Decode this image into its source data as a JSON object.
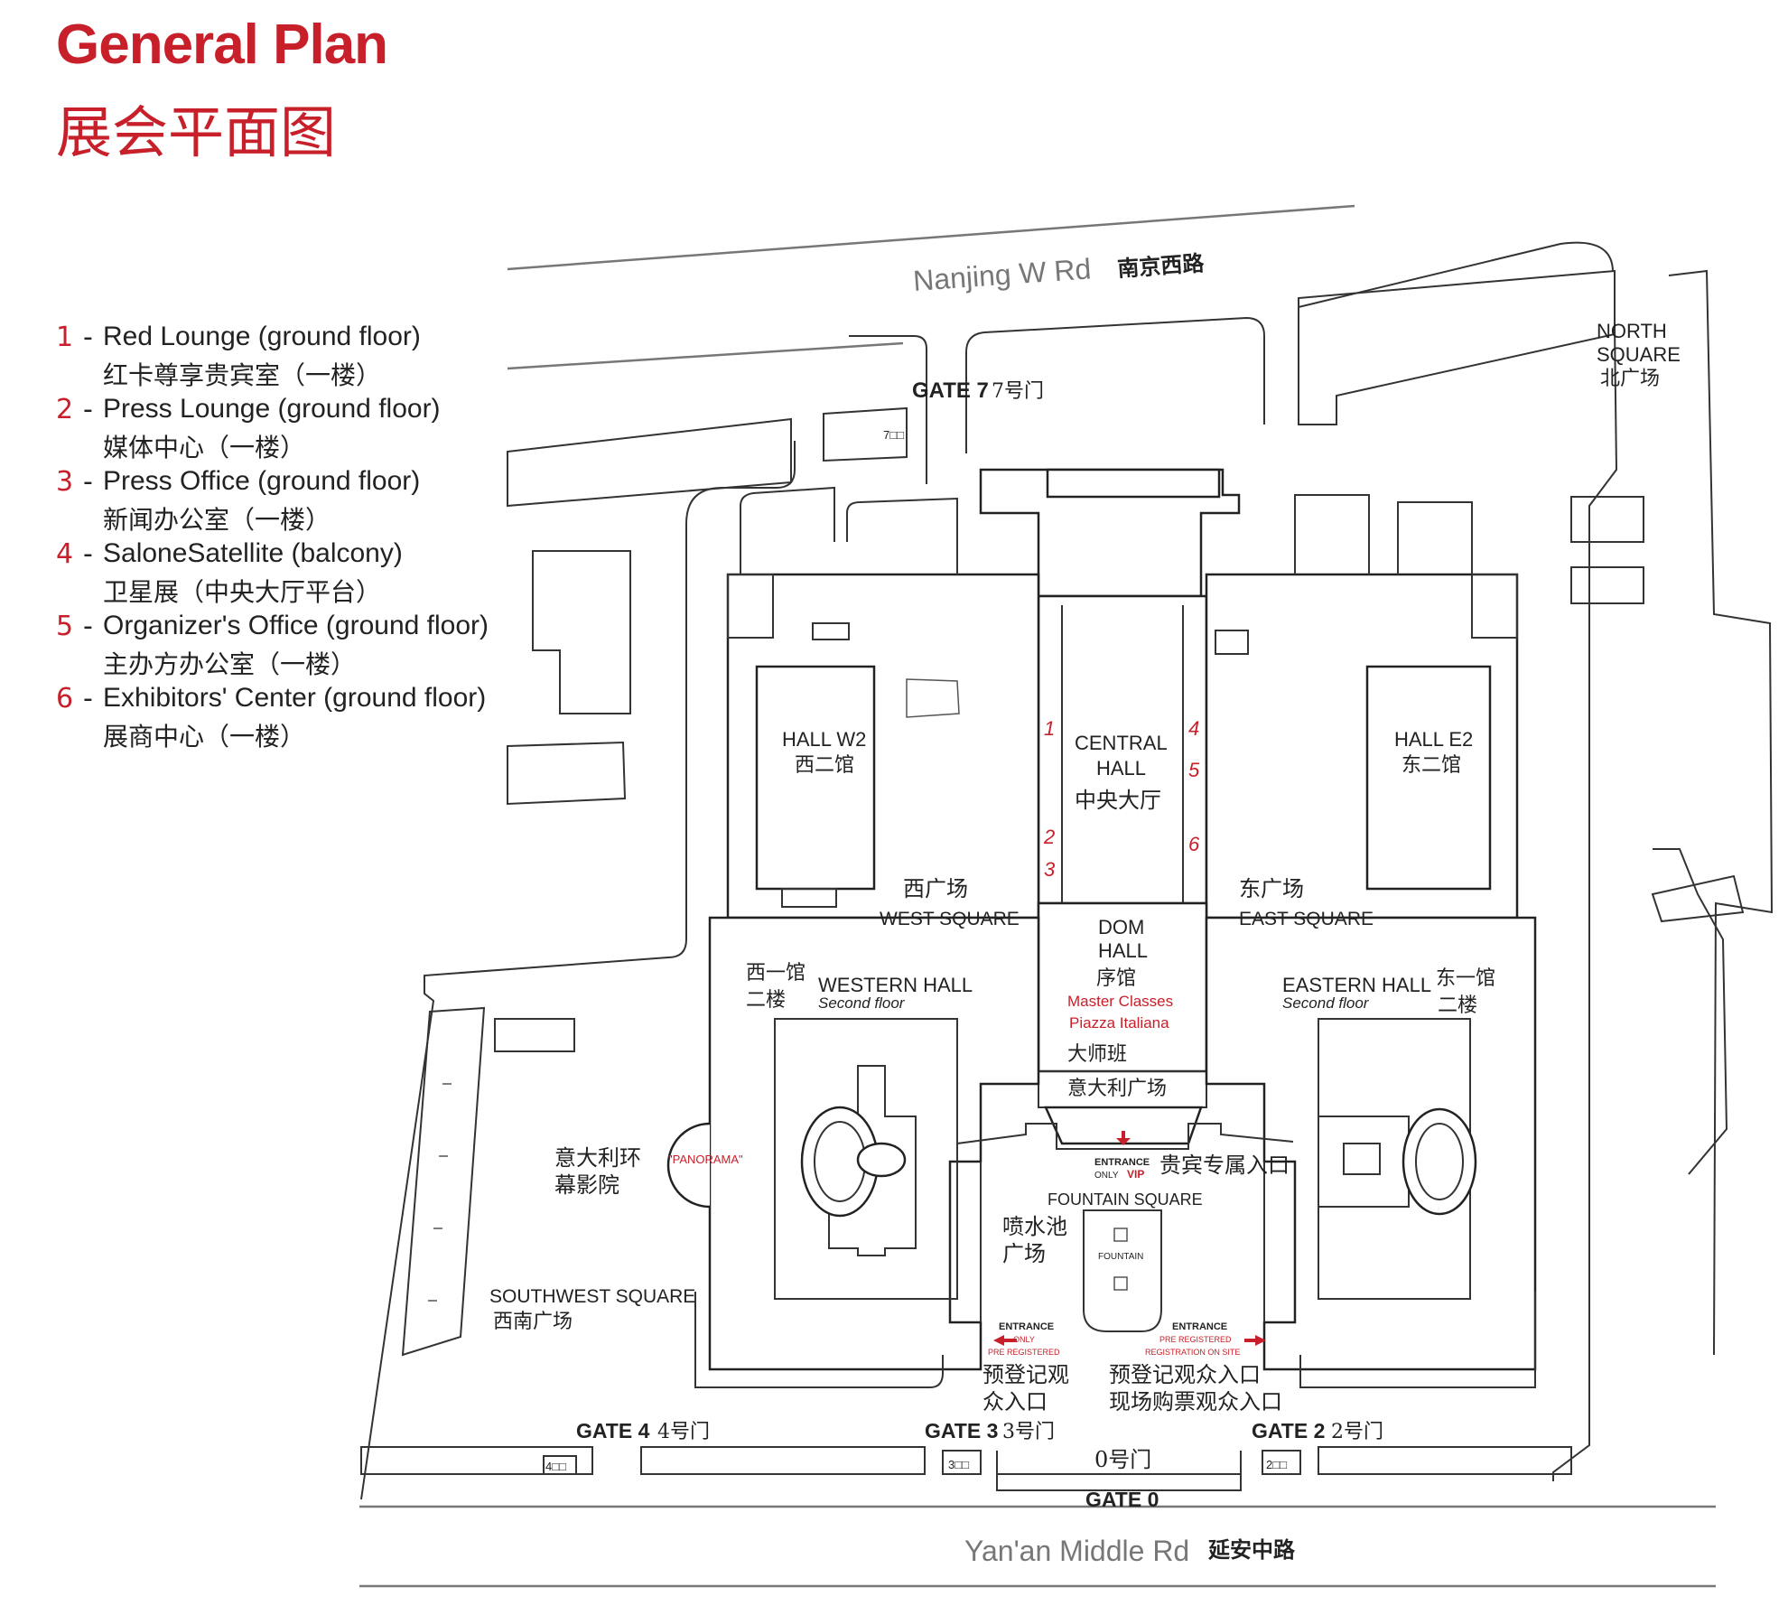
{
  "title": {
    "en": "General Plan",
    "zh": "展会平面图"
  },
  "legend": [
    {
      "num": "1",
      "en": "Red Lounge (ground floor)",
      "zh": "红卡尊享贵宾室（一楼）"
    },
    {
      "num": "2",
      "en": "Press Lounge (ground floor)",
      "zh": "媒体中心（一楼）"
    },
    {
      "num": "3",
      "en": "Press Office (ground floor)",
      "zh": "新闻办公室（一楼）"
    },
    {
      "num": "4",
      "en": "SaloneSatellite (balcony)",
      "zh": "卫星展（中央大厅平台）"
    },
    {
      "num": "5",
      "en": "Organizer's Office (ground floor)",
      "zh": "主办方办公室（一楼）"
    },
    {
      "num": "6",
      "en": "Exhibitors' Center (ground floor)",
      "zh": "展商中心（一楼）"
    }
  ],
  "legend_dash": "-",
  "colors": {
    "accent": "#c8202a",
    "line": "#222222",
    "road": "#777777"
  },
  "roads": {
    "north": {
      "en": "Nanjing W Rd",
      "zh": "南京西路"
    },
    "south": {
      "en": "Yan'an Middle Rd",
      "zh": "延安中路"
    }
  },
  "gates": {
    "gate7": {
      "en": "GATE 7",
      "zh": "7号门",
      "small": "7□□"
    },
    "gate4": {
      "en": "GATE 4",
      "zh": "4号门",
      "small": "4□□"
    },
    "gate3": {
      "en": "GATE 3",
      "zh": "3号门",
      "small": "3□□"
    },
    "gate2": {
      "en": "GATE 2",
      "zh": "2号门",
      "small": "2□□"
    },
    "gate0": {
      "en": "GATE 0",
      "zh": "0号门"
    }
  },
  "areas": {
    "north_square": {
      "en1": "NORTH",
      "en2": "SQUARE",
      "zh": "北广场"
    },
    "hall_w2": {
      "en": "HALL W2",
      "zh": "西二馆"
    },
    "hall_e2": {
      "en": "HALL E2",
      "zh": "东二馆"
    },
    "central_hall": {
      "en1": "CENTRAL",
      "en2": "HALL",
      "zh": "中央大厅"
    },
    "west_square": {
      "en": "WEST SQUARE",
      "zh": "西广场"
    },
    "east_square": {
      "en": "EAST SQUARE",
      "zh": "东广场"
    },
    "dom_hall": {
      "en1": "DOM",
      "en2": "HALL",
      "zh": "序馆",
      "red1": "Master Classes",
      "red2": "Piazza Italiana",
      "zh2": "大师班",
      "zh3": "意大利广场"
    },
    "western_hall": {
      "en": "WESTERN HALL",
      "sub": "Second floor",
      "zh1": "西一馆",
      "zh2": "二楼"
    },
    "eastern_hall": {
      "en": "EASTERN HALL",
      "sub": "Second floor",
      "zh1": "东一馆",
      "zh2": "二楼"
    },
    "panorama": {
      "label": "\"PANORAMA\"",
      "zh1": "意大利环",
      "zh2": "幕影院"
    },
    "southwest_square": {
      "en": "SOUTHWEST SQUARE",
      "zh": "西南广场"
    },
    "fountain_square": {
      "en": "FOUNTAIN SQUARE",
      "zh1": "喷水池",
      "zh2": "广场",
      "fountain": "FOUNTAIN"
    },
    "vip_entrance": {
      "l1": "ENTRANCE",
      "l2": "ONLY",
      "vip": "VIP",
      "zh": "贵宾专属入口"
    },
    "entrance_left": {
      "l1": "ENTRANCE",
      "l2": "ONLY",
      "l3": "PRE REGISTERED",
      "zh1": "预登记观",
      "zh2": "众入口"
    },
    "entrance_right": {
      "l1": "ENTRANCE",
      "l2": "PRE REGISTERED",
      "l3": "REGISTRATION ON SITE",
      "zh1": "预登记观众入口",
      "zh2": "现场购票观众入口"
    }
  },
  "hall_markers": {
    "m1": "1",
    "m2": "2",
    "m3": "3",
    "m4": "4",
    "m5": "5",
    "m6": "6"
  }
}
